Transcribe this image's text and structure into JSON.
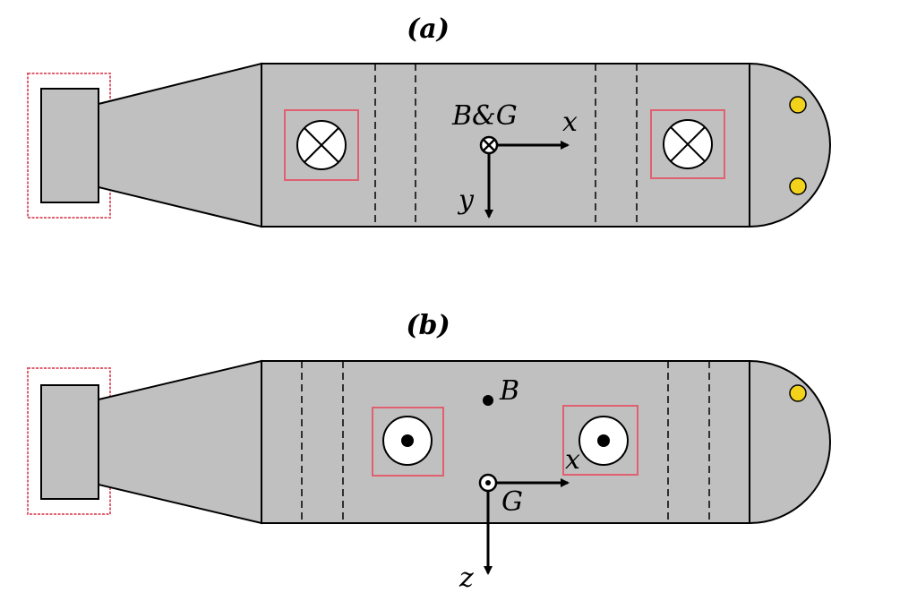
{
  "colors": {
    "hull": "#c0c0c0",
    "outline": "#000000",
    "thruster_box": "#e06070",
    "light": "#f2d21a",
    "white": "#ffffff"
  },
  "panels": [
    {
      "title": "(a)",
      "view": "top",
      "point_labels": {
        "origin": "B&G"
      },
      "axes": {
        "horizontal": "x",
        "vertical": "y"
      },
      "thruster_symbol": "cross-icon",
      "lights": 2
    },
    {
      "title": "(b)",
      "view": "side",
      "point_labels": {
        "b": "B",
        "g": "G"
      },
      "axes": {
        "horizontal": "x",
        "vertical": "z"
      },
      "thruster_symbol": "dot-icon",
      "lights": 1
    }
  ]
}
